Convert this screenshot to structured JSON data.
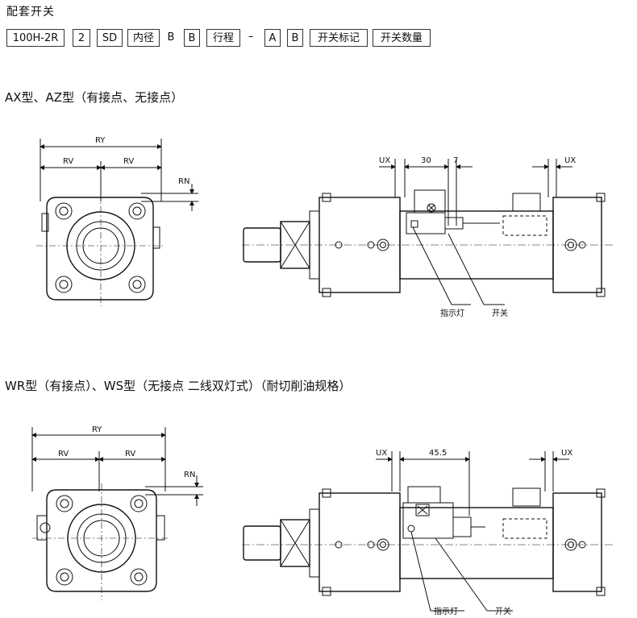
{
  "header": {
    "title": "配套开关"
  },
  "code_boxes": [
    "100H-2R",
    "2",
    "SD",
    "内径",
    "B",
    "B",
    "行程",
    "A",
    "B",
    "开关标记",
    "开关数量"
  ],
  "code_dash": "–",
  "section1": {
    "title": "AX型、AZ型（有接点、无接点）",
    "left": {
      "ry": "RY",
      "rv1": "RV",
      "rv2": "RV",
      "rn": "RN"
    },
    "right": {
      "ux1": "UX",
      "d30": "30",
      "d7": "7",
      "ux2": "UX",
      "indicator": "指示灯",
      "switch": "开关"
    }
  },
  "section2": {
    "title": "WR型（有接点）、WS型（无接点 二线双灯式）（耐切削油规格）",
    "left": {
      "ry": "RY",
      "rv1": "RV",
      "rv2": "RV",
      "rn": "RN"
    },
    "right": {
      "ux1": "UX",
      "d455": "45.5",
      "ux2": "UX",
      "indicator": "指示灯",
      "switch": "开关"
    }
  }
}
